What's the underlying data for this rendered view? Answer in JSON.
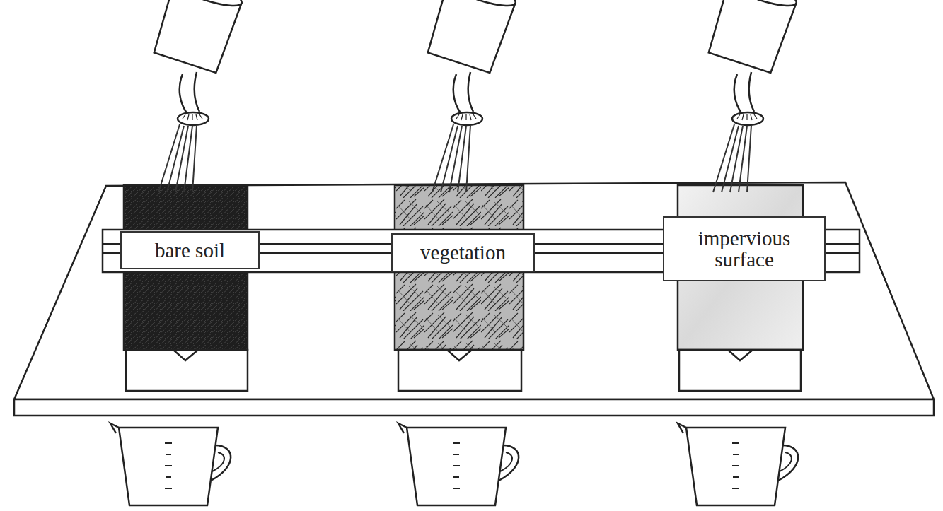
{
  "diagram": {
    "nodes": [
      {
        "text": [
          "bare soil"
        ]
      },
      {
        "text": [
          "vegetation"
        ]
      },
      {
        "text": [
          "impervious surface"
        ]
      }
    ]
  }
}
